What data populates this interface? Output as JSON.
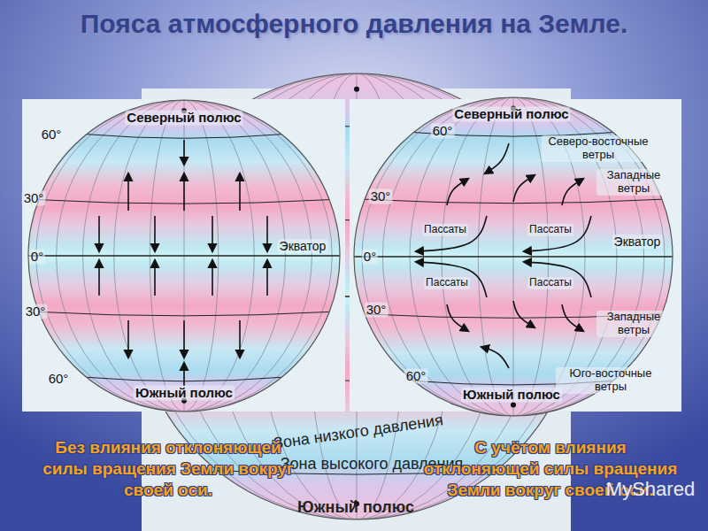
{
  "diagram": {
    "title": "Пояса атмосферного давления на Земле.",
    "labels": [
      "Северный полюс",
      "60°",
      "30°",
      "0°",
      "Экватор",
      "30°",
      "60°",
      "Южный полюс",
      "Северный полюс",
      "60°",
      "Северо-восточные ветры",
      "Западные ветры",
      "30°",
      "Пассаты",
      "Пассаты",
      "Экватор",
      "0°",
      "Пассаты",
      "Пассаты",
      "30°",
      "Западные ветры",
      "Юго-восточные ветры",
      "60°",
      "Южный полюс",
      "Зона низкого давления",
      "Зона высокого давления",
      "Южный полюс",
      "Без влияния отклоняющей силы вращения Земли вокруг своей оси.",
      "С учётом влияния отклоняющей силы вращения Земли вокруг своей оси.",
      "MyShared"
    ]
  }
}
